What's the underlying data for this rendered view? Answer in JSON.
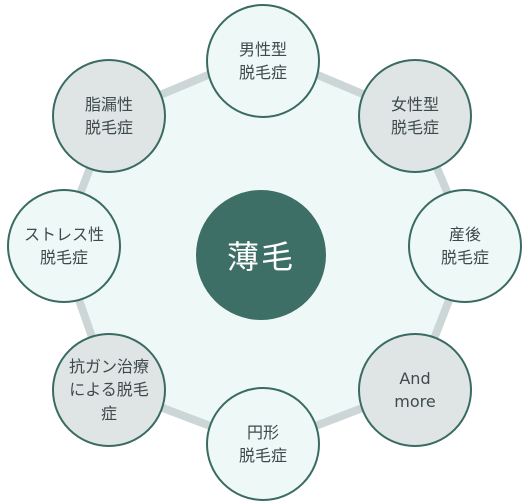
{
  "center": {
    "label": "薄毛"
  },
  "nodes": [
    {
      "label": "男性型\n脱毛症"
    },
    {
      "label": "女性型\n脱毛症"
    },
    {
      "label": "産後\n脱毛症"
    },
    {
      "label": "And\nmore"
    },
    {
      "label": "円形\n脱毛症"
    },
    {
      "label": "抗ガン治療\nによる脱毛\n症"
    },
    {
      "label": "ストレス性\n脱毛症"
    },
    {
      "label": "脂漏性\n脱毛症"
    }
  ],
  "colors": {
    "dark": "#3d6f66",
    "border": "#3a6b63",
    "light": "#eef8f7",
    "gray": "#dfe5e5",
    "ring": "#cdd6d6"
  }
}
